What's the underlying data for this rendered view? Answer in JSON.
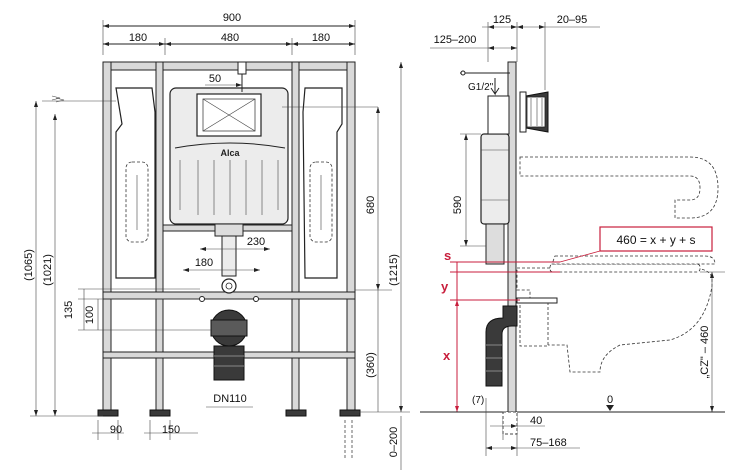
{
  "front_view": {
    "dims_top": {
      "total": "900",
      "left": "180",
      "center": "480",
      "right": "180"
    },
    "dim_50": "50",
    "brand": "Alca",
    "dim_230": "230",
    "dim_180_bottom": "180",
    "dim_680": "680",
    "dim_1065": "(1065)",
    "dim_1021": "(1021)",
    "dim_1215": "(1215)",
    "dim_360": "(360)",
    "dim_135": "135",
    "dim_100": "100",
    "dn": "DN110",
    "feet": {
      "a": "90",
      "b": "150"
    },
    "dim_0_200": "0–200"
  },
  "side_view": {
    "dim_125": "125",
    "dim_20_95": "20–95",
    "dim_125_200": "125–200",
    "thread": "G1/2\"",
    "dim_590": "590",
    "formula": "460 = x + y + s",
    "letters": {
      "s": "s",
      "y": "y",
      "x": "x"
    },
    "cz": "„CZ\" – 460",
    "zero": "0",
    "dim_7": "(7)",
    "dim_40": "40",
    "dim_75_168": "75–168"
  },
  "colors": {
    "red": "#c81e3c",
    "frame": "#d9d9d9",
    "line": "#222222"
  }
}
